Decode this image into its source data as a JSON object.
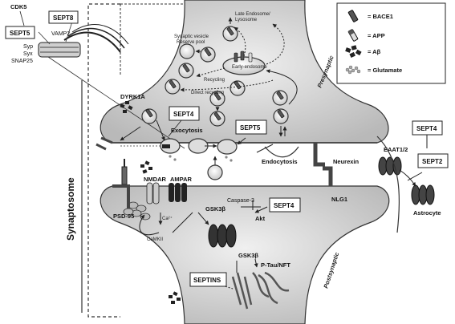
{
  "zoom_inset": {
    "cdk5": "CDK5",
    "sept8": "SEPT8",
    "sept5": "SEPT5",
    "vamp2": "VAMP2",
    "syp": "Syp",
    "syx": "Syx",
    "snap25": "SNAP25"
  },
  "legend": {
    "bace1": "= BACE1",
    "app": "= APP",
    "abeta": "= Aβ",
    "glutamate": "= Glutamate"
  },
  "presynaptic": {
    "region": "Presynaptic",
    "late_endosome": "Late Endosome/",
    "lysosome": "Lysosome",
    "synaptic_vesicle": "Synaptic vesicle",
    "reserve_pool": "Reserve pool",
    "early_endosome": "Early-endosome",
    "recycling": "Recycling",
    "direct_recycling": "Direct recycling",
    "dyrk1a": "DYRK1A",
    "sept4": "SEPT4",
    "exocytosis": "Exocytosis",
    "sept5": "SEPT5",
    "endocytosis": "Endocytosis",
    "neurexin": "Neurexin"
  },
  "postsynaptic": {
    "region": "Postsynaptic",
    "nmdar": "NMDAR",
    "ampar": "AMPAR",
    "psd95": "PSD-95",
    "ca": "Ca²⁺",
    "camkii": "CaMKII",
    "gsk3b": "GSK3β",
    "caspase3": "Caspase-3",
    "sept4": "SEPT4",
    "akt": "Akt",
    "nlg1": "NLG1",
    "gsk3b_2": "GSK3β",
    "ptau": "P-Tau/NFT",
    "septins": "SEPTINS"
  },
  "astrocyte": {
    "sept4": "SEPT4",
    "eaat": "EAAT1/2",
    "sept2": "SEPT2",
    "label": "Astrocyte"
  },
  "side_label": "Synaptosome"
}
